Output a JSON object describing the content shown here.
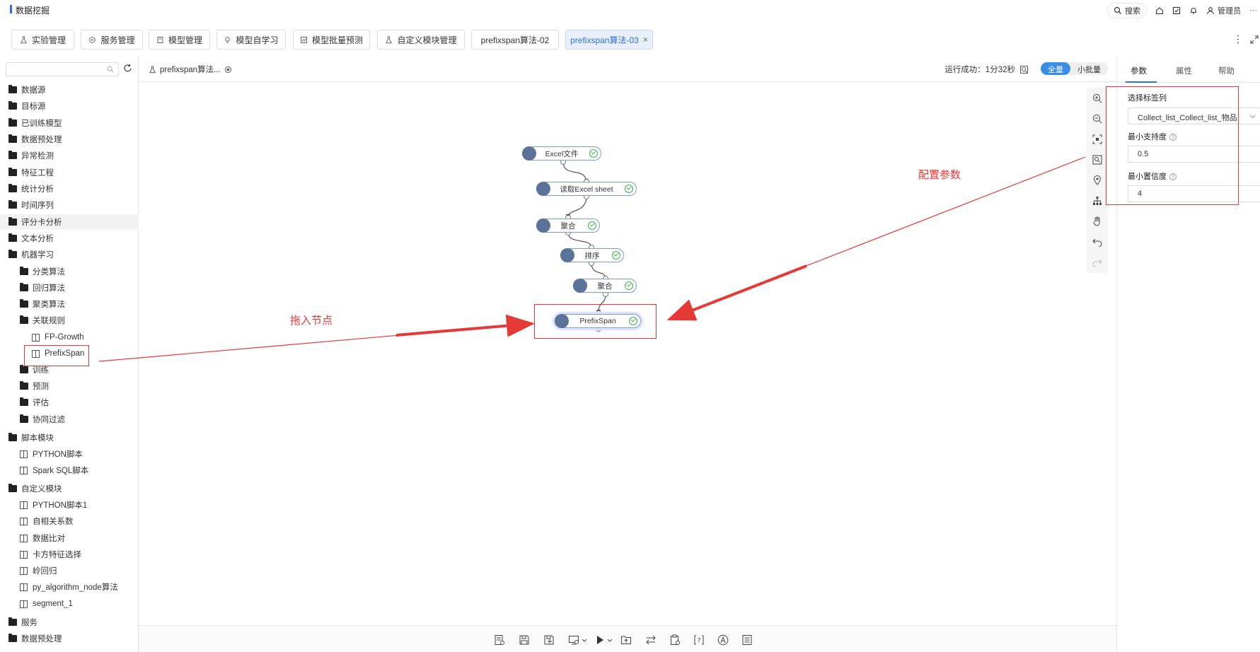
{
  "header": {
    "app_title": "数据挖掘",
    "search_label": "搜索",
    "user_label": "管理员",
    "more_label": "···"
  },
  "tabs": [
    {
      "label": "实验管理"
    },
    {
      "label": "服务管理"
    },
    {
      "label": "模型管理"
    },
    {
      "label": "模型自学习"
    },
    {
      "label": "模型批量预测"
    },
    {
      "label": "自定义模块管理"
    },
    {
      "label": "prefixspan算法-02"
    },
    {
      "label": "prefixspan算法-03",
      "active": true
    }
  ],
  "sidebar": {
    "search_placeholder": "",
    "items": [
      {
        "label": "数据源"
      },
      {
        "label": "目标源"
      },
      {
        "label": "已训练模型"
      },
      {
        "label": "数据预处理"
      },
      {
        "label": "异常检测"
      },
      {
        "label": "特征工程"
      },
      {
        "label": "统计分析"
      },
      {
        "label": "时间序列"
      },
      {
        "label": "评分卡分析"
      },
      {
        "label": "文本分析"
      },
      {
        "label": "机器学习"
      },
      {
        "label": "分类算法"
      },
      {
        "label": "回归算法"
      },
      {
        "label": "聚类算法"
      },
      {
        "label": "关联规则"
      },
      {
        "label": "FP-Growth"
      },
      {
        "label": "PrefixSpan"
      },
      {
        "label": "训练"
      },
      {
        "label": "预测"
      },
      {
        "label": "评估"
      },
      {
        "label": "协同过滤"
      },
      {
        "label": "脚本模块"
      },
      {
        "label": "PYTHON脚本"
      },
      {
        "label": "Spark SQL脚本"
      },
      {
        "label": "自定义模块"
      },
      {
        "label": "PYTHON脚本1"
      },
      {
        "label": "自相关系数"
      },
      {
        "label": "数据比对"
      },
      {
        "label": "卡方特征选择"
      },
      {
        "label": "岭回归"
      },
      {
        "label": "py_algorithm_node算法"
      },
      {
        "label": "segment_1"
      },
      {
        "label": "服务"
      },
      {
        "label": "数据预处理"
      }
    ]
  },
  "canvas_head": {
    "experiment_name": "prefixspan算法...",
    "run_status": "运行成功：1分32秒",
    "mode_full": "全量",
    "mode_small": "小批量"
  },
  "flow_nodes": [
    {
      "label": "Excel文件"
    },
    {
      "label": "读取Excel sheet"
    },
    {
      "label": "聚合"
    },
    {
      "label": "排序"
    },
    {
      "label": "聚合"
    },
    {
      "label": "PrefixSpan"
    }
  ],
  "right_panel": {
    "tabs": [
      "参数",
      "属性",
      "帮助"
    ],
    "label_column": "选择标签列",
    "label_column_value": "Collect_list_Collect_list_物品",
    "min_support_label": "最小支持度",
    "min_support_value": "0.5",
    "min_confidence_label": "最小置信度",
    "min_confidence_value": "4"
  },
  "annotations": {
    "drag_node": "拖入节点",
    "config_params": "配置参数"
  },
  "colors": {
    "accent": "#2f6fe0",
    "annotation": "#e53935",
    "success": "#3cb14a"
  }
}
